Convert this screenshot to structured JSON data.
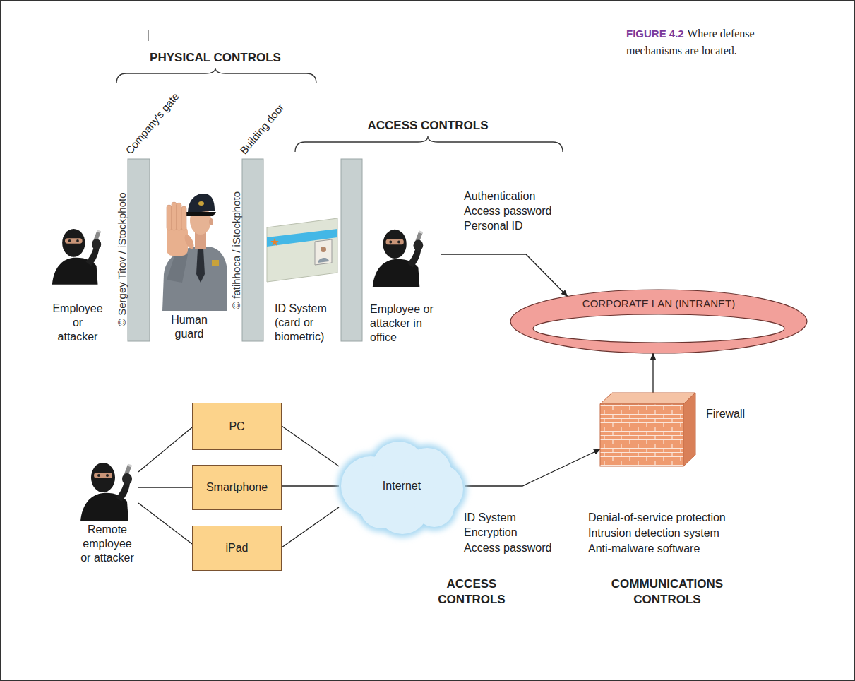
{
  "diagram": {
    "nodes": [
      {
        "text": [
          "Employee or attacker in office"
        ]
      },
      {
        "text": [
          "CORPORATE LAN (INTRANET)"
        ]
      },
      {
        "text": [
          "Remote employee or attacker"
        ]
      },
      {
        "text": [
          "PC"
        ]
      },
      {
        "text": [
          "Smartphone"
        ]
      },
      {
        "text": [
          "iPad"
        ]
      },
      {
        "text": [
          "Internet"
        ]
      },
      {
        "text": [
          "Firewall"
        ]
      }
    ],
    "edges": [
      {
        "from": 0,
        "to": 1,
        "arrow": "to"
      },
      {
        "from": 2,
        "to": 3,
        "arrow": "none"
      },
      {
        "from": 2,
        "to": 4,
        "arrow": "none"
      },
      {
        "from": 2,
        "to": 5,
        "arrow": "none"
      },
      {
        "from": 3,
        "to": 6,
        "arrow": "none"
      },
      {
        "from": 4,
        "to": 6,
        "arrow": "none"
      },
      {
        "from": 5,
        "to": 6,
        "arrow": "none"
      },
      {
        "from": 6,
        "to": 7,
        "arrow": "to"
      },
      {
        "from": 7,
        "to": 1,
        "arrow": "to"
      }
    ],
    "labels": [
      "FIGURE 4.2",
      "Where defense mechanisms are located.",
      "PHYSICAL CONTROLS",
      "Company's gate",
      "Building door",
      "ACCESS CONTROLS",
      "© Sergey Titov / iStockphoto",
      "© fatihhoca / iStockphoto",
      "Employee or attacker",
      "Human guard",
      "ID System (card or biometric)",
      "Authentication",
      "Access password",
      "Personal ID",
      "ID System",
      "Encryption",
      "Access password",
      "Denial-of-service protection",
      "Intrusion detection system",
      "Anti-malware software",
      "ACCESS CONTROLS",
      "COMMUNICATIONS CONTROLS"
    ]
  }
}
